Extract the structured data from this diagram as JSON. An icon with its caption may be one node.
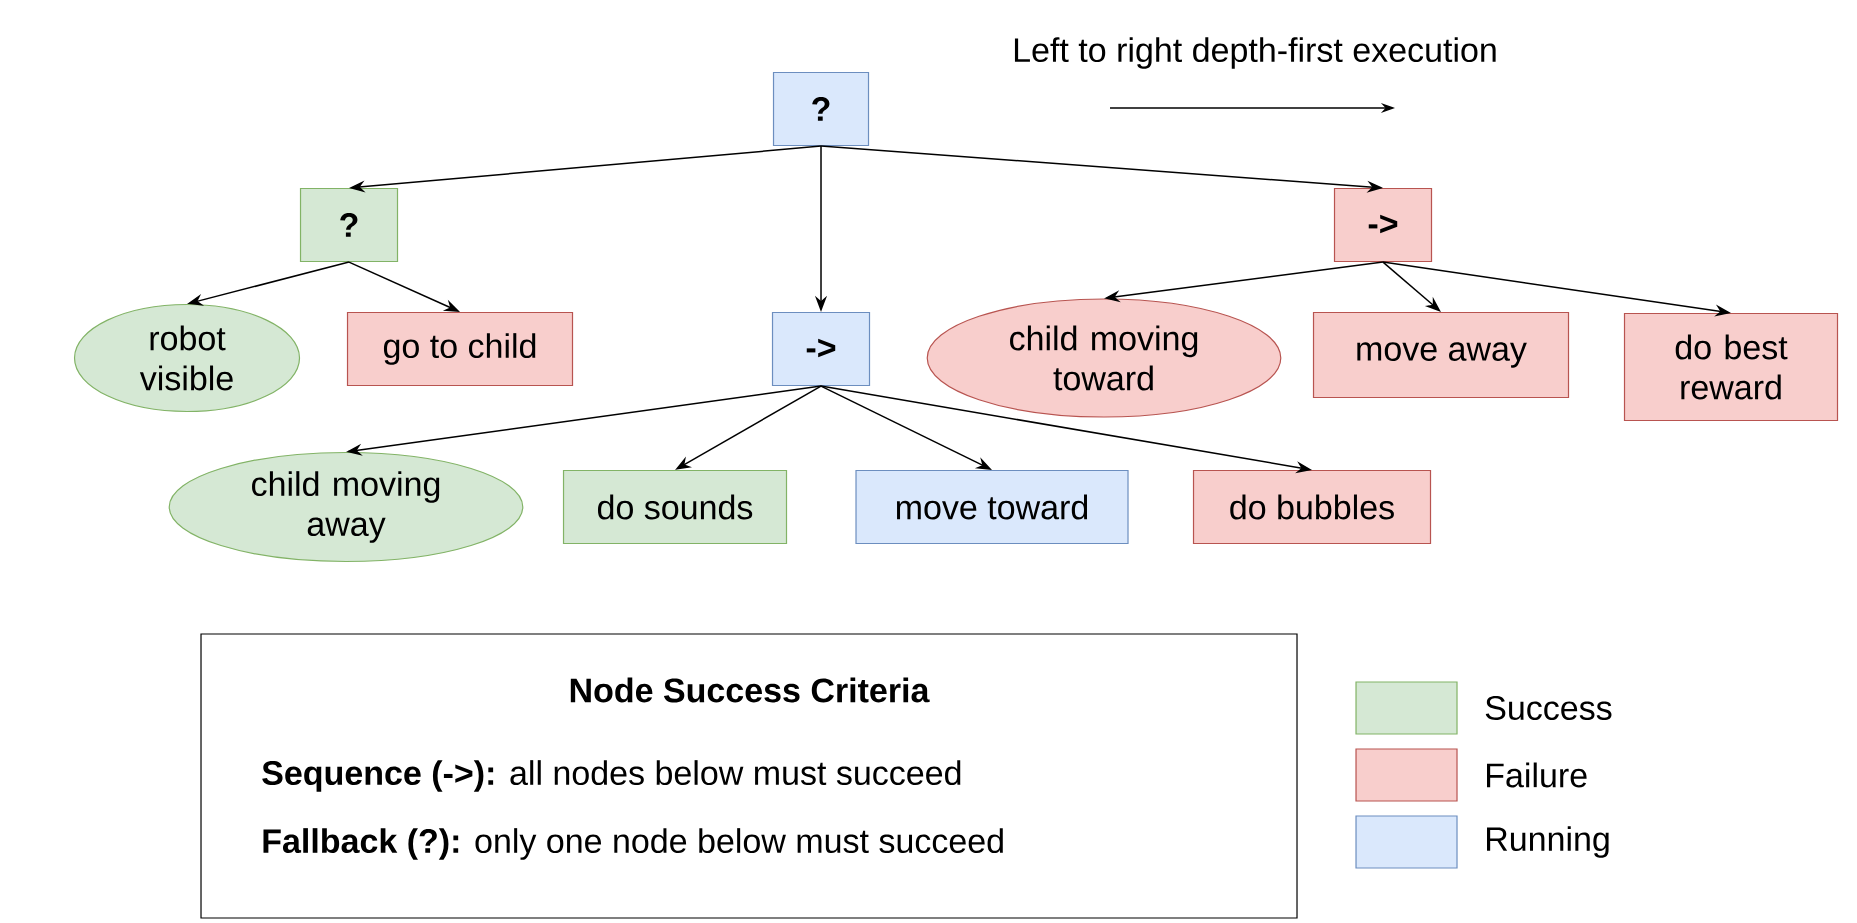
{
  "diagram": {
    "nodes": [
      {
        "text": [
          "?"
        ]
      },
      {
        "text": [
          "?"
        ]
      },
      {
        "text": [
          "->"
        ]
      },
      {
        "text": [
          "->"
        ]
      },
      {
        "text": [
          "robot visible"
        ]
      },
      {
        "text": [
          "go to child"
        ]
      },
      {
        "text": [
          "child moving toward"
        ]
      },
      {
        "text": [
          "move away"
        ]
      },
      {
        "text": [
          "do best reward"
        ]
      },
      {
        "text": [
          "child moving away"
        ]
      },
      {
        "text": [
          "do sounds"
        ]
      },
      {
        "text": [
          "move toward"
        ]
      },
      {
        "text": [
          "do bubbles"
        ]
      },
      {
        "text": [
          "Node Success Criteria",
          "**Sequence (->):** all nodes below must succeed",
          "**Fallback (?):** only one node below must succeed"
        ]
      }
    ],
    "edges": [
      {
        "from": 0,
        "to": 1,
        "arrow": "to"
      },
      {
        "from": 0,
        "to": 2,
        "arrow": "to"
      },
      {
        "from": 0,
        "to": 3,
        "arrow": "to"
      },
      {
        "from": 1,
        "to": 4,
        "arrow": "to"
      },
      {
        "from": 1,
        "to": 5,
        "arrow": "to"
      },
      {
        "from": 3,
        "to": 6,
        "arrow": "to"
      },
      {
        "from": 3,
        "to": 7,
        "arrow": "to"
      },
      {
        "from": 3,
        "to": 8,
        "arrow": "to"
      },
      {
        "from": 2,
        "to": 9,
        "arrow": "to"
      },
      {
        "from": 2,
        "to": 10,
        "arrow": "to"
      },
      {
        "from": 2,
        "to": 11,
        "arrow": "to"
      },
      {
        "from": 2,
        "to": 12,
        "arrow": "to"
      }
    ],
    "labels": [
      "Left to right depth-first execution"
    ],
    "legend": [
      {
        "text": "Success",
        "color": "#d5e8d4"
      },
      {
        "text": "Failure",
        "color": "#f8cecc"
      },
      {
        "text": "Running",
        "color": "#dae8fc"
      }
    ]
  }
}
